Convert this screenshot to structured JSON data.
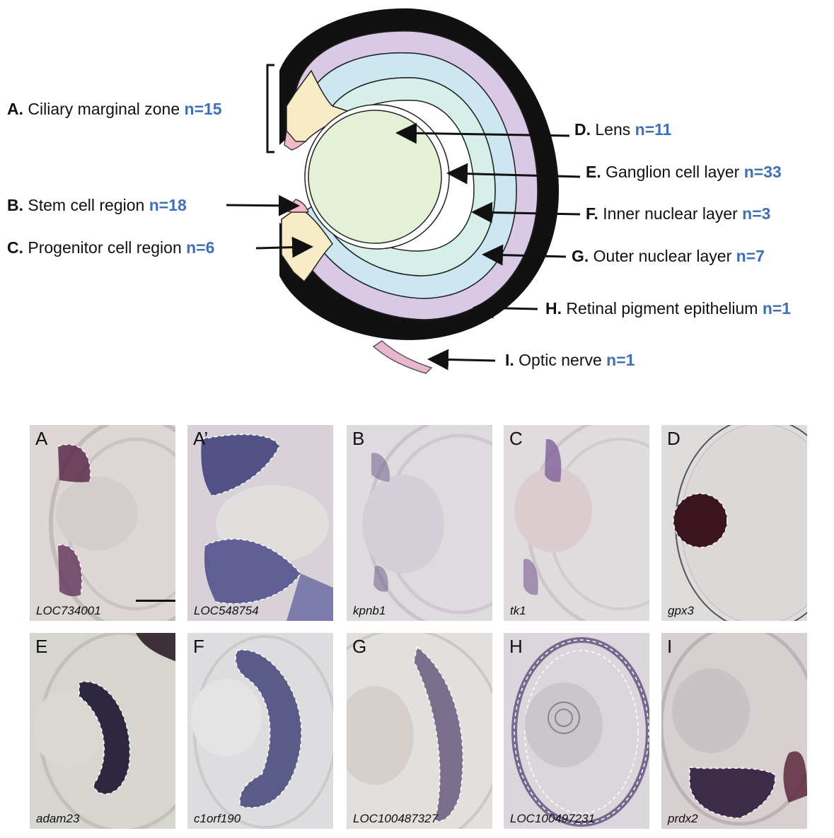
{
  "diagram": {
    "labels": {
      "A": {
        "letter": "A.",
        "name": "Ciliary marginal zone",
        "count": "n=15"
      },
      "B": {
        "letter": "B.",
        "name": "Stem cell region",
        "count": "n=18"
      },
      "C": {
        "letter": "C.",
        "name": "Progenitor cell region",
        "count": "n=6"
      },
      "D": {
        "letter": "D.",
        "name": "Lens",
        "count": "n=11"
      },
      "E": {
        "letter": "E.",
        "name": "Ganglion cell layer",
        "count": "n=33"
      },
      "F": {
        "letter": "F.",
        "name": "Inner nuclear layer",
        "count": "n=3"
      },
      "G": {
        "letter": "G.",
        "name": "Outer nuclear layer",
        "count": "n=7"
      },
      "H": {
        "letter": "H.",
        "name": "Retinal pigment epithelium",
        "count": "n=1"
      },
      "I": {
        "letter": "I.",
        "name": "Optic nerve",
        "count": "n=1"
      }
    },
    "colors": {
      "rpe": "#111111",
      "outer_layer": "#d9c8e6",
      "inner_layer": "#cce6f2",
      "gcl": "#d6efe8",
      "lens": "#e4f1d7",
      "cmz": "#f7ecc6",
      "stem": "#f2b9c7",
      "count_text": "#3f6fb5"
    }
  },
  "panels": [
    {
      "label": "A",
      "gene": "LOC734001"
    },
    {
      "label": "A’",
      "gene": "LOC548754"
    },
    {
      "label": "B",
      "gene": "kpnb1"
    },
    {
      "label": "C",
      "gene": "tk1"
    },
    {
      "label": "D",
      "gene": "gpx3"
    },
    {
      "label": "E",
      "gene": "adam23"
    },
    {
      "label": "F",
      "gene": "c1orf190"
    },
    {
      "label": "G",
      "gene": "LOC100487327"
    },
    {
      "label": "H",
      "gene": "LOC100497231"
    },
    {
      "label": "I",
      "gene": "prdx2"
    }
  ]
}
